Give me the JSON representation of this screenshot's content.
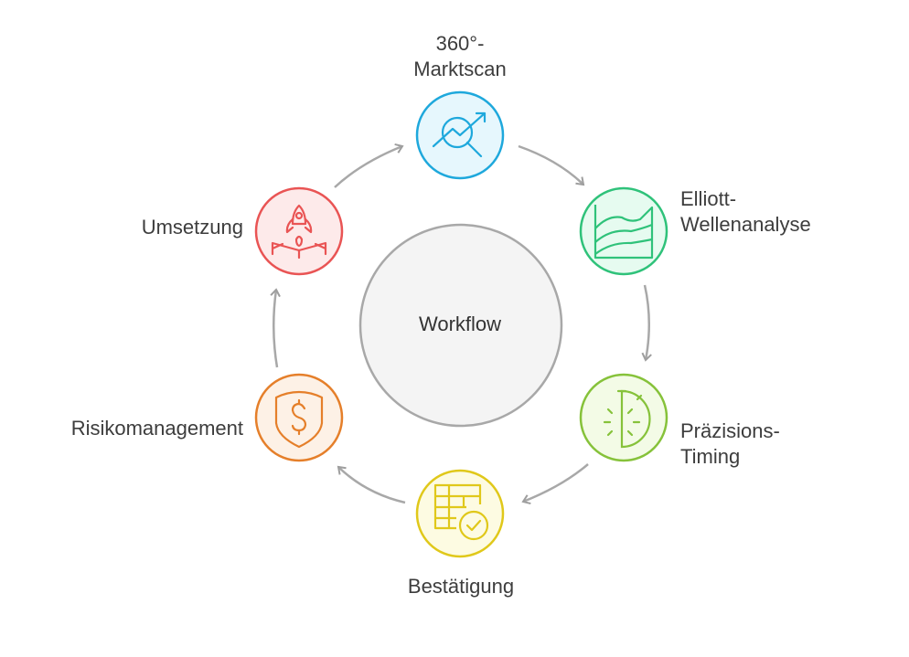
{
  "center": {
    "label": "Workflow"
  },
  "steps": [
    {
      "label_line1": "360°-",
      "label_line2": "Marktscan",
      "icon": "market-scan-icon",
      "color": "#1ea8dc",
      "fill": "#e6f7fd"
    },
    {
      "label_line1": "Elliott-",
      "label_line2": "Wellenanalyse",
      "icon": "area-chart-icon",
      "color": "#2fc27a",
      "fill": "#e6fbf0"
    },
    {
      "label_line1": "Präzisions-",
      "label_line2": "Timing",
      "icon": "stopwatch-icon",
      "color": "#86c23a",
      "fill": "#f3fbe6"
    },
    {
      "label_line1": "Bestätigung",
      "icon": "table-check-icon",
      "color": "#e0c81a",
      "fill": "#fdfbe2"
    },
    {
      "label_line1": "Risikomanagement",
      "icon": "shield-dollar-icon",
      "color": "#e57f2a",
      "fill": "#fdf1e6"
    },
    {
      "label_line1": "Umsetzung",
      "icon": "rocket-launch-icon",
      "color": "#e95454",
      "fill": "#fdeaea"
    }
  ]
}
